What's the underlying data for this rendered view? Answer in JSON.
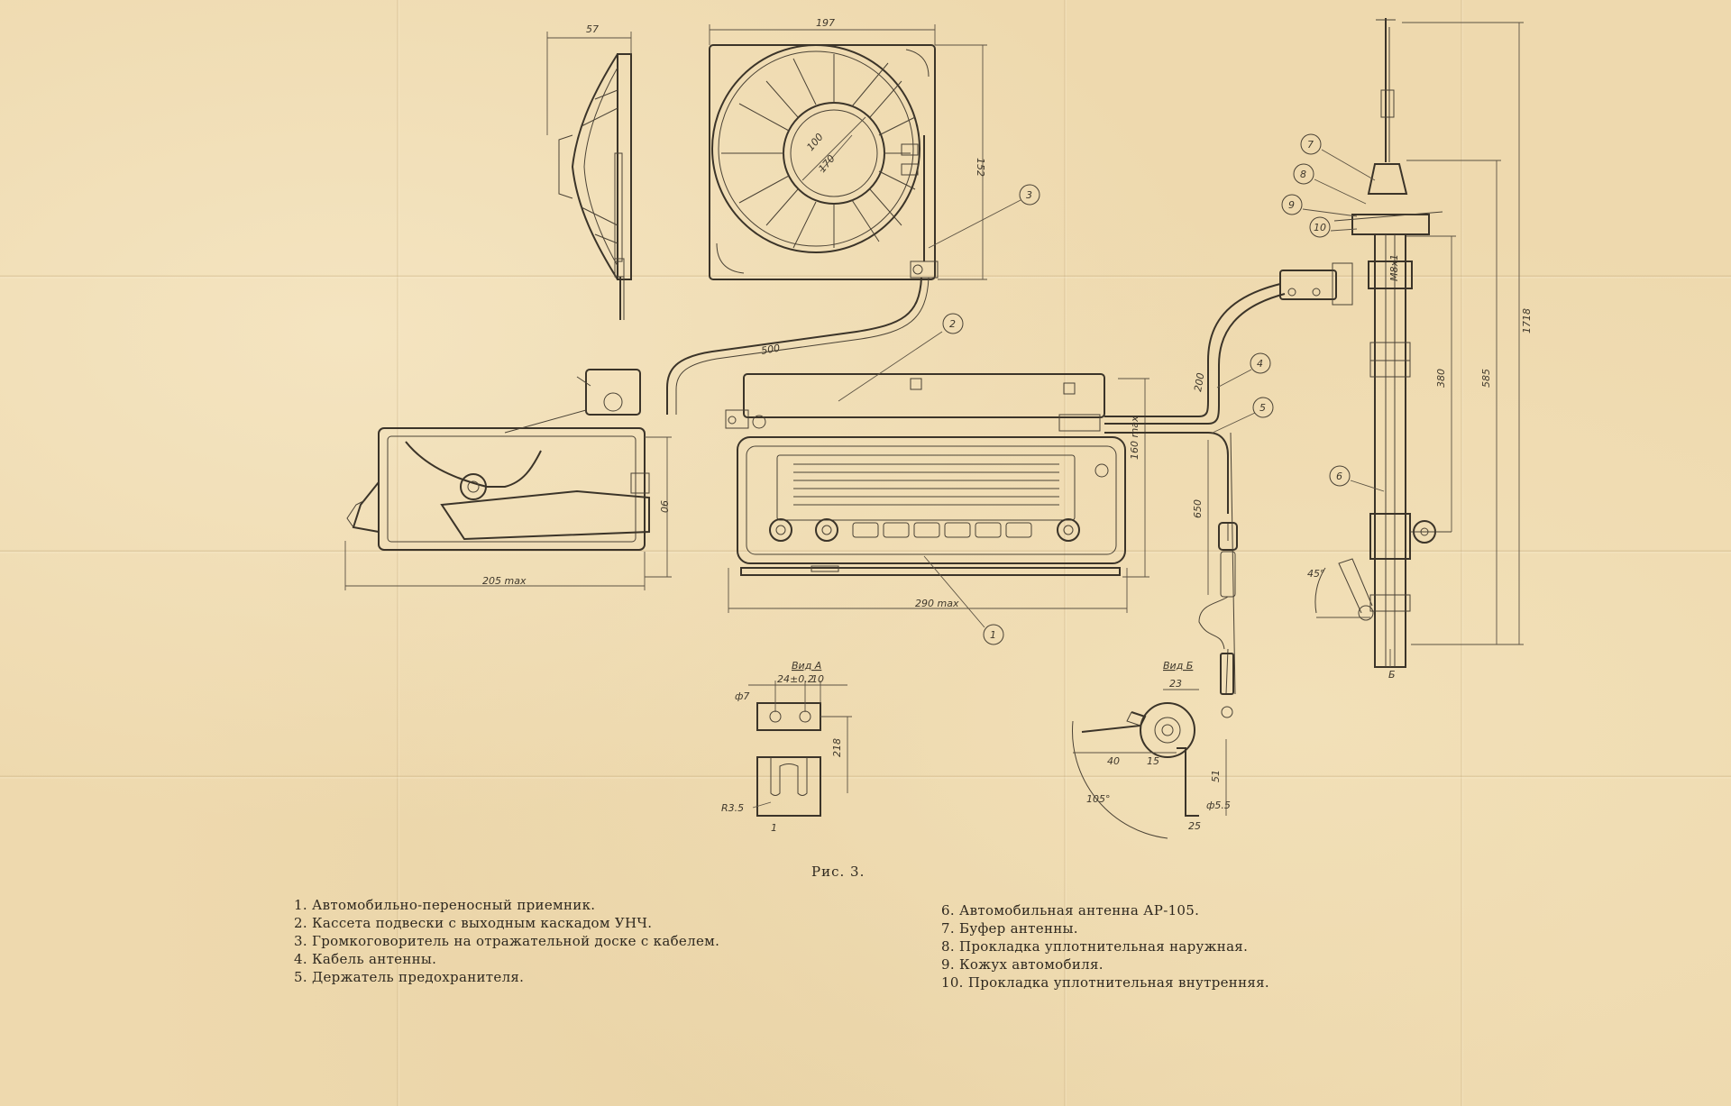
{
  "figure": {
    "caption": "Рис. 3.",
    "legend_left": [
      {
        "num": "1.",
        "text": "Автомобильно-переносный приемник."
      },
      {
        "num": "2.",
        "text": "Кассета подвески с выходным каскадом УНЧ."
      },
      {
        "num": "3.",
        "text": "Громкоговоритель на отражательной доске с кабелем."
      },
      {
        "num": "4.",
        "text": "Кабель антенны."
      },
      {
        "num": "5.",
        "text": "Держатель предохранителя."
      }
    ],
    "legend_right": [
      {
        "num": "6.",
        "text": "Автомобильная антенна АР-105."
      },
      {
        "num": "7.",
        "text": "Буфер антенны."
      },
      {
        "num": "8.",
        "text": "Прокладка уплотнительная наружная."
      },
      {
        "num": "9.",
        "text": "Кожух автомобиля."
      },
      {
        "num": "10.",
        "text": "Прокладка уплотнительная внутренняя."
      }
    ]
  },
  "callouts": [
    "1",
    "2",
    "3",
    "4",
    "5",
    "6",
    "7",
    "8",
    "9",
    "10"
  ],
  "dimensions": {
    "speaker_depth": "57",
    "speaker_width": "197",
    "speaker_height": "152",
    "speaker_cone_inner": "100",
    "speaker_cone_outer": "170",
    "speaker_cable": "500",
    "cable_2": "200",
    "side_depth": "205 max",
    "side_height": "90",
    "front_width": "290 max",
    "front_height": "160 max",
    "fuse_cable": "650",
    "antenna_total": "1718",
    "antenna_mid": "585",
    "antenna_low": "380",
    "angle_45": "45°",
    "view_a": "Вид А",
    "view_a_hole": "ф7",
    "view_a_spacing": "24±0.2",
    "view_a_edge": "10",
    "view_a_height": "218",
    "view_a_slot": "R3.5",
    "view_a_bottom": "1",
    "view_b": "Вид Б",
    "view_b_top": "23",
    "view_b_width": "40",
    "view_b_mid": "15",
    "view_b_side": "51",
    "view_b_hole": "ф5.5",
    "view_b_bottom": "25",
    "view_b_angle": "105°",
    "antenna_label_b": "Б",
    "antenna_top_code": "M8x1"
  },
  "colors": {
    "paper": "#eed9ae",
    "ink": "#3b3429",
    "text": "#2e281f"
  }
}
